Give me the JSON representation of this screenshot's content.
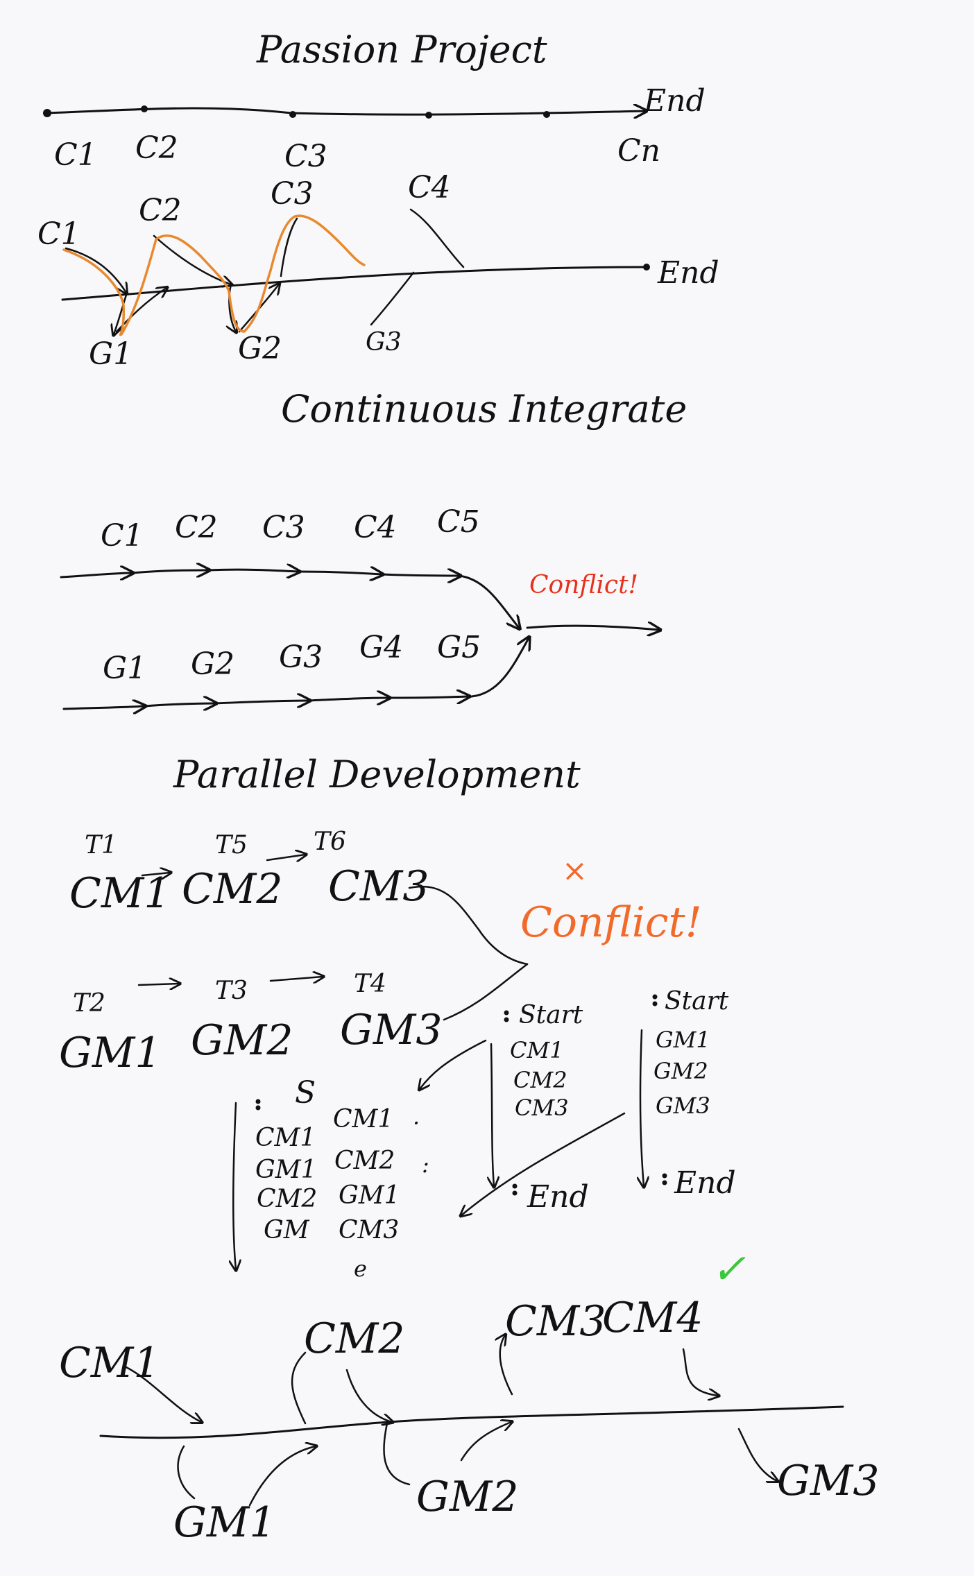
{
  "section1": {
    "title": "Passion Project",
    "end_label": "End",
    "commits": [
      "C1",
      "C2",
      "C3",
      "Cn"
    ]
  },
  "section2": {
    "caption": "Continuous Integrate",
    "end_label": "End",
    "c_labels": [
      "C1",
      "C2",
      "C3",
      "C4"
    ],
    "g_labels": [
      "G1",
      "G2",
      "G3"
    ]
  },
  "section3": {
    "caption": "Parallel Development",
    "conflict_label": "Conflict!",
    "conflict_color": "#e8301c",
    "c_labels": [
      "C1",
      "C2",
      "C3",
      "C4",
      "C5"
    ],
    "g_labels": [
      "G1",
      "G2",
      "G3",
      "G4",
      "G5"
    ]
  },
  "section4": {
    "cm_labels": [
      "CM1",
      "CM2",
      "CM3"
    ],
    "gm_labels": [
      "GM1",
      "GM2",
      "GM3"
    ],
    "t_labels": [
      "T1",
      "T5",
      "T6",
      "T2",
      "T3",
      "T4"
    ],
    "conflict_label": "Conflict!",
    "conflict_mark": "×",
    "conflict_color": "#f26a2a",
    "merge_seq": {
      "start": "S",
      "rows": [
        [
          "CM1",
          "CM1"
        ],
        [
          "GM1",
          "CM2"
        ],
        [
          "CM2",
          "GM1"
        ],
        [
          "GM",
          "CM3"
        ]
      ],
      "bottom": "e"
    },
    "cm_branch": {
      "start": "Start",
      "items": [
        "CM1",
        "CM2",
        "CM3"
      ],
      "end": "End"
    },
    "gm_branch": {
      "start": "Start",
      "items": [
        "GM1",
        "GM2",
        "GM3"
      ],
      "end": "End"
    }
  },
  "section5": {
    "check_mark": "✓",
    "check_color": "#3cc63c",
    "above": [
      "CM1",
      "CM2",
      "CM3",
      "CM4"
    ],
    "below": [
      "GM1",
      "GM2",
      "GM3"
    ]
  }
}
